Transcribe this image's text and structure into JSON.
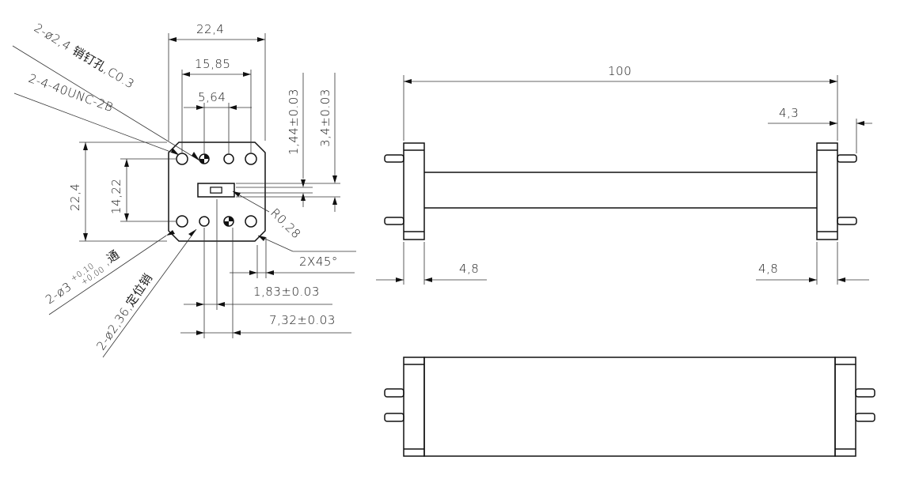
{
  "colors": {
    "line": "#111111",
    "background": "#ffffff"
  },
  "end_view": {
    "callouts": {
      "pin_holes": "2-ø2,4 销钉孔,C0.3",
      "thread": "2-4-40UNC-2B",
      "through_holes": "2-ø3+0.10+0.00,通",
      "through_holes_prefix": "2-ø3",
      "through_holes_tol_upper": "+0,10",
      "through_holes_tol_lower": "+0,00",
      "through_holes_suffix": ",通",
      "locating_pins": "2-ø2,36,定位销",
      "radius": "R0,28",
      "chamfer": "2X45°"
    },
    "dimensions": {
      "overall_width": "22,4",
      "hole_spacing_outer": "15,85",
      "hole_spacing_inner": "5,64",
      "overall_height": "22,4",
      "hole_spacing_vertical": "14,22",
      "aperture_height": "1,44±0.03",
      "aperture_outer_height": "3,4±0.03",
      "pin_offset": "1,83±0.03",
      "pin_spacing": "7,32±0.03"
    }
  },
  "side_view": {
    "dimensions": {
      "length": "100",
      "flange_left": "4,8",
      "flange_right": "4,8",
      "pin_protrusion": "4,3"
    }
  }
}
